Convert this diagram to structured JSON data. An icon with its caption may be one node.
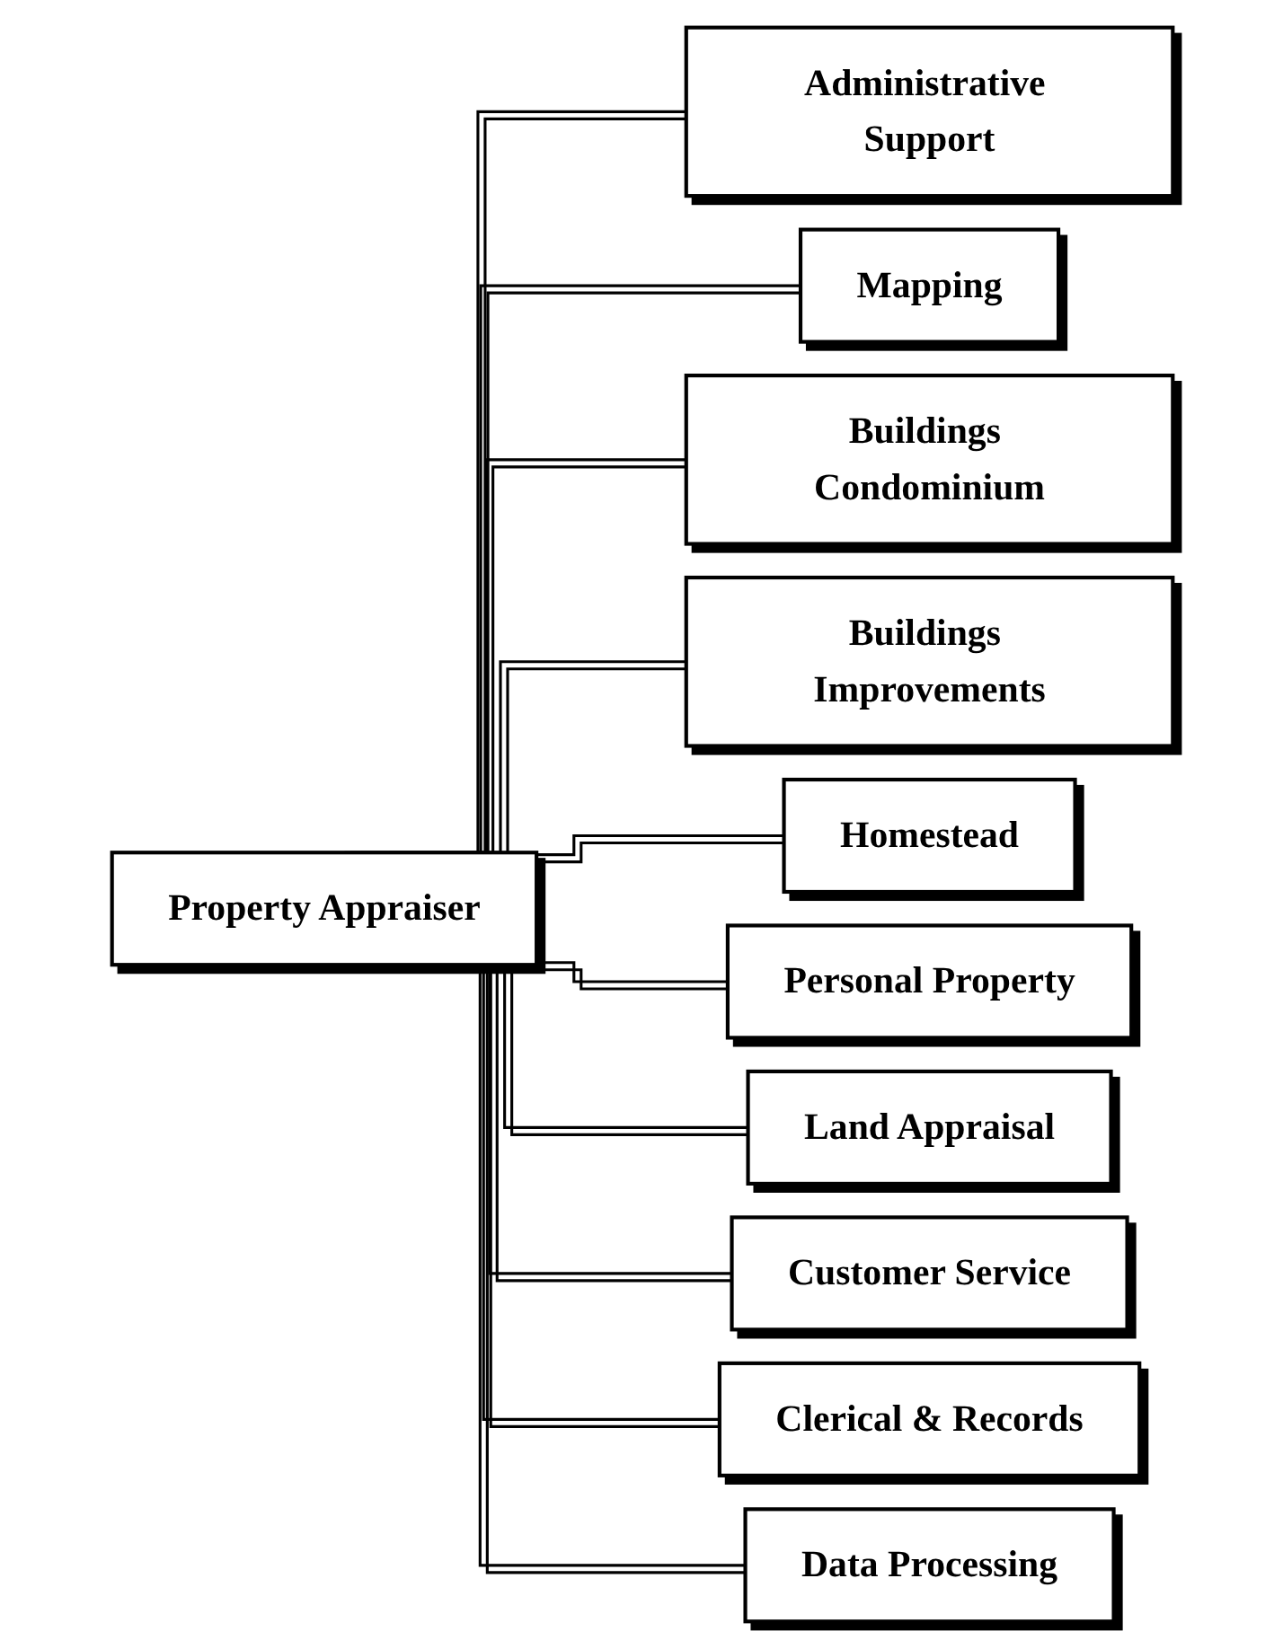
{
  "diagram": {
    "nodes": [
      {
        "text": [
          "Property Appraiser"
        ]
      },
      {
        "text": [
          "Administrative Support"
        ]
      },
      {
        "text": [
          "Mapping"
        ]
      },
      {
        "text": [
          "Buildings Condominium"
        ]
      },
      {
        "text": [
          "Buildings Improvements"
        ]
      },
      {
        "text": [
          "Homestead"
        ]
      },
      {
        "text": [
          "Personal Property"
        ]
      },
      {
        "text": [
          "Land Appraisal"
        ]
      },
      {
        "text": [
          "Customer Service"
        ]
      },
      {
        "text": [
          "Clerical & Records"
        ]
      },
      {
        "text": [
          "Data Processing"
        ]
      }
    ],
    "edges": [
      {
        "from": 0,
        "to": 1,
        "arrow": "none"
      },
      {
        "from": 0,
        "to": 2,
        "arrow": "none"
      },
      {
        "from": 0,
        "to": 3,
        "arrow": "none"
      },
      {
        "from": 0,
        "to": 4,
        "arrow": "none"
      },
      {
        "from": 0,
        "to": 5,
        "arrow": "none"
      },
      {
        "from": 0,
        "to": 6,
        "arrow": "none"
      },
      {
        "from": 0,
        "to": 7,
        "arrow": "none"
      },
      {
        "from": 0,
        "to": 8,
        "arrow": "none"
      },
      {
        "from": 0,
        "to": 9,
        "arrow": "none"
      },
      {
        "from": 0,
        "to": 10,
        "arrow": "none"
      }
    ]
  }
}
